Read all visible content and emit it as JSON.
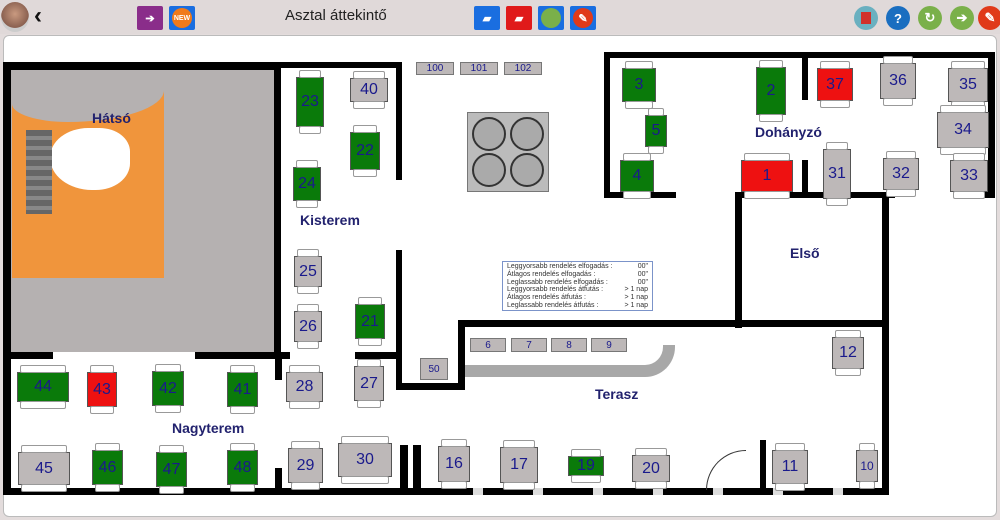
{
  "header": {
    "title": "Asztal áttekintő",
    "back": "‹",
    "buttons_left": [
      "login-icon",
      "new-icon"
    ],
    "buttons_center": [
      "cash-register-blue-icon",
      "cash-register-red-icon",
      "money-bag-icon",
      "edit-icon"
    ],
    "buttons_right": [
      "list-icon",
      "help-icon",
      "refresh-icon",
      "enter-icon",
      "exit-icon"
    ],
    "new_label": "NEW",
    "help_label": "?"
  },
  "rooms": {
    "hatso": "Hátsó",
    "kisterem": "Kisterem",
    "dohanyzo": "Dohányzó",
    "elso": "Első",
    "terasz": "Terasz",
    "nagyterem": "Nagyterem"
  },
  "colors": {
    "occupied": "#0a7a0a",
    "busy": "#ee1111",
    "free": "#bdb8b8"
  },
  "tables": [
    {
      "num": "23",
      "status": "occ"
    },
    {
      "num": "40",
      "status": "free"
    },
    {
      "num": "22",
      "status": "occ"
    },
    {
      "num": "24",
      "status": "occ"
    },
    {
      "num": "25",
      "status": "free"
    },
    {
      "num": "26",
      "status": "free"
    },
    {
      "num": "21",
      "status": "occ"
    },
    {
      "num": "3",
      "status": "occ"
    },
    {
      "num": "2",
      "status": "occ"
    },
    {
      "num": "5",
      "status": "occ"
    },
    {
      "num": "4",
      "status": "occ"
    },
    {
      "num": "1",
      "status": "busy"
    },
    {
      "num": "37",
      "status": "busy"
    },
    {
      "num": "36",
      "status": "free"
    },
    {
      "num": "35",
      "status": "free"
    },
    {
      "num": "34",
      "status": "free"
    },
    {
      "num": "31",
      "status": "free"
    },
    {
      "num": "32",
      "status": "free"
    },
    {
      "num": "33",
      "status": "free"
    },
    {
      "num": "12",
      "status": "free"
    },
    {
      "num": "44",
      "status": "occ"
    },
    {
      "num": "43",
      "status": "busy"
    },
    {
      "num": "42",
      "status": "occ"
    },
    {
      "num": "41",
      "status": "occ"
    },
    {
      "num": "28",
      "status": "free"
    },
    {
      "num": "27",
      "status": "free"
    },
    {
      "num": "45",
      "status": "free"
    },
    {
      "num": "46",
      "status": "occ"
    },
    {
      "num": "47",
      "status": "occ"
    },
    {
      "num": "48",
      "status": "occ"
    },
    {
      "num": "29",
      "status": "free"
    },
    {
      "num": "30",
      "status": "free"
    },
    {
      "num": "16",
      "status": "free"
    },
    {
      "num": "17",
      "status": "free"
    },
    {
      "num": "19",
      "status": "occ"
    },
    {
      "num": "20",
      "status": "free"
    },
    {
      "num": "11",
      "status": "free"
    },
    {
      "num": "10",
      "status": "free"
    }
  ],
  "counters": [
    "100",
    "101",
    "102",
    "6",
    "7",
    "8",
    "9",
    "50"
  ],
  "stats": [
    {
      "label": "Leggyorsabb rendelés elfogadás :",
      "value": "00\""
    },
    {
      "label": "Átlagos rendelés elfogadás :",
      "value": "00\""
    },
    {
      "label": "Leglassabb rendelés elfogadás :",
      "value": "00\""
    },
    {
      "label": "Leggyorsabb rendelés átfutás :",
      "value": "> 1 nap"
    },
    {
      "label": "Átlagos rendelés átfutás :",
      "value": "> 1 nap"
    },
    {
      "label": "Leglassabb rendelés átfutás :",
      "value": "> 1 nap"
    }
  ]
}
